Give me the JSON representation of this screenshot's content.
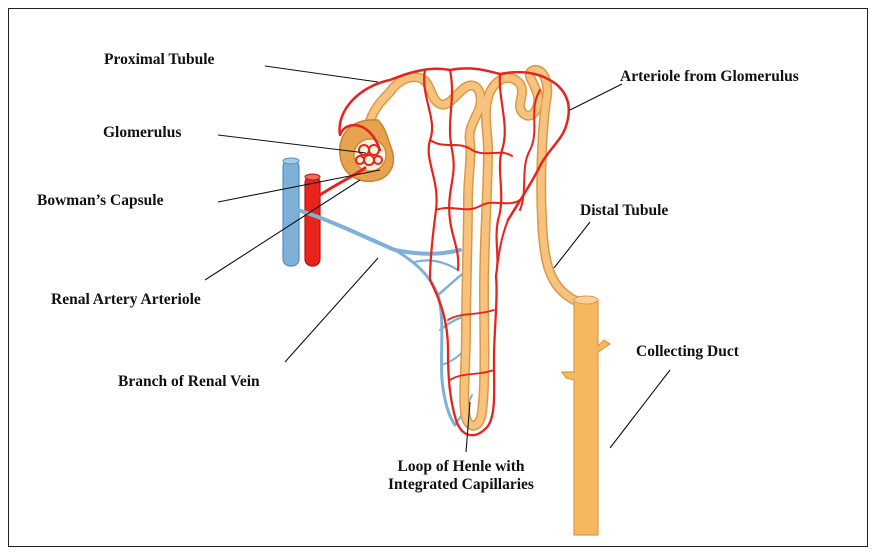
{
  "labels": {
    "proximal_tubule": "Proximal Tubule",
    "glomerulus": "Glomerulus",
    "bowmans_capsule": "Bowman’s Capsule",
    "renal_artery_arteriole": "Renal Artery Arteriole",
    "branch_of_renal_vein": "Branch of Renal Vein",
    "arteriole_from_glomerulus": "Arteriole from Glomerulus",
    "distal_tubule": "Distal Tubule",
    "collecting_duct": "Collecting Duct",
    "loop_of_henle_line1": "Loop of Henle with",
    "loop_of_henle_line2": "Integrated Capillaries"
  },
  "colors": {
    "artery": "#e8231c",
    "vein": "#7fb0d8",
    "vein_dark": "#4f8fc4",
    "tubule": "#f6c27e",
    "tubule_edge": "#d99a45",
    "capsule": "#e6a24e",
    "leader_line": "#111111"
  }
}
